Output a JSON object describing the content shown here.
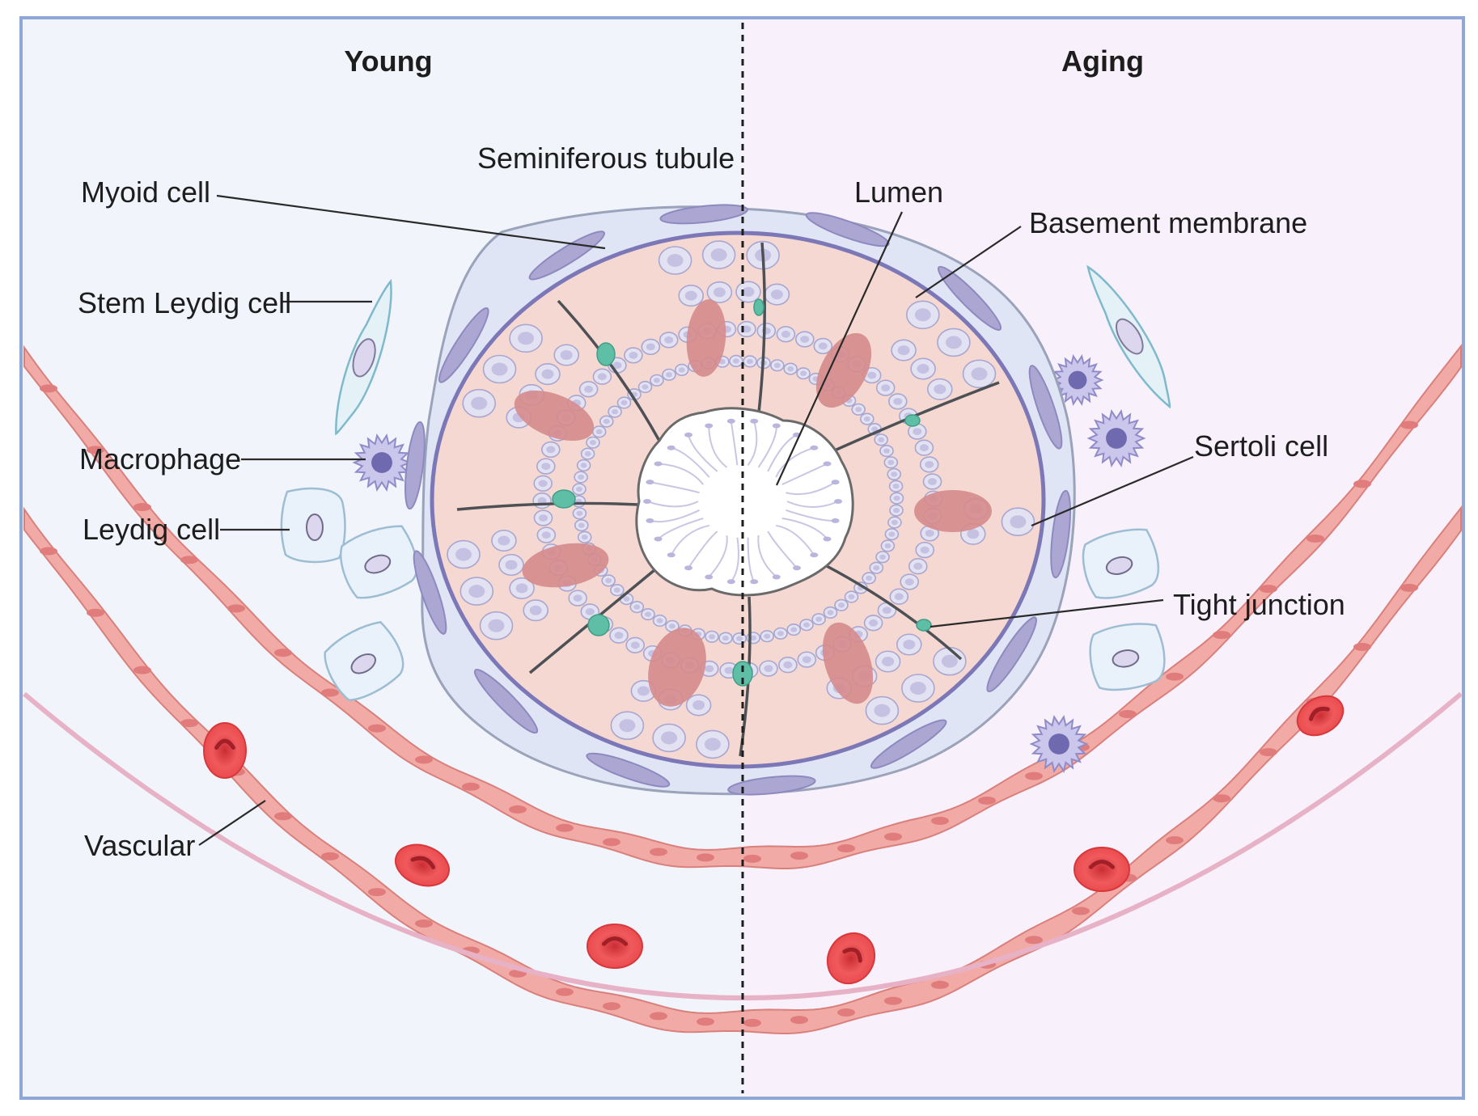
{
  "panels": {
    "left": {
      "title": "Young"
    },
    "right": {
      "title": "Aging"
    }
  },
  "labels": {
    "seminiferous_tubule": "Seminiferous tubule",
    "myoid_cell": "Myoid cell",
    "stem_leydig_cell": "Stem Leydig cell",
    "macrophage": "Macrophage",
    "leydig_cell": "Leydig cell",
    "vascular": "Vascular",
    "lumen": "Lumen",
    "basement_membrane": "Basement membrane",
    "sertoli_cell": "Sertoli cell",
    "tight_junction": "Tight junction"
  },
  "colors": {
    "young_background": "#f1f4fb",
    "aging_background": "#f8f0fb",
    "frame": "#8fa7d6",
    "tubule_wall": "#dfe5f4",
    "basement_membrane": "#7c78b8",
    "seminiferous_epithelium": "#f5d8d2",
    "sertoli_nucleus": "#d58b8b",
    "germ_cell": "#e3e2f2",
    "tight_junction": "#5fbfa6",
    "vessel_wall": "#f1aaa5",
    "red_blood_cell": "#e9484b",
    "macrophage": "#8f8cc8",
    "leydig_cell": "#e9f2fa"
  }
}
